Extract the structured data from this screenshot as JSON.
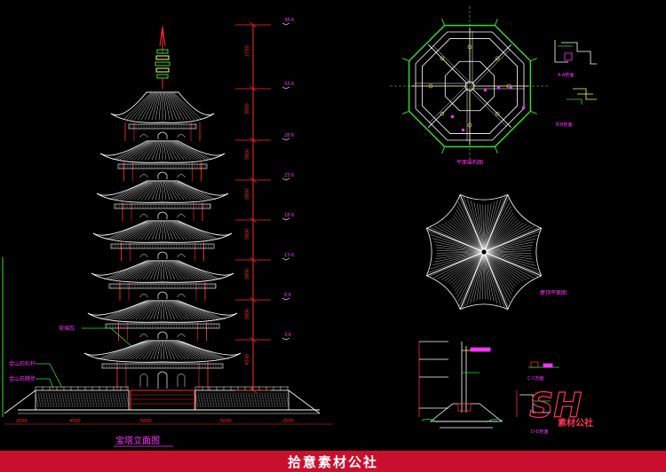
{
  "drawing": {
    "elevation_title": "宝塔立面图",
    "plan_caption": "平面结构图",
    "roof_plan_caption": "屋顶平面图",
    "section_a_caption": "A-A剖面",
    "section_b_caption": "B-B剖面",
    "section_c_caption": "C-C剖面",
    "section_d_caption": "D-D剖面",
    "callout_1": "琉璃瓦",
    "callout_2": "金山石栏杆",
    "callout_3": "金山石踏步",
    "level_marks": [
      "38.6",
      "33.6",
      "28.6",
      "23.6",
      "18.6",
      "13.6",
      "8.6",
      "3.6"
    ],
    "dim_marks": [
      "2700",
      "3800",
      "3800",
      "3800",
      "3800",
      "3800",
      "3800",
      "4500"
    ],
    "base_dims": [
      "2500",
      "4500",
      "5000",
      "5000",
      "2500"
    ]
  },
  "watermark": {
    "logo_letters": "SH",
    "logo_text": "素材公社"
  },
  "footer": {
    "text": "拾意素材公社"
  },
  "colors": {
    "background": "#000000",
    "line_white": "#ffffff",
    "line_red": "#ff2a2a",
    "line_green": "#33dd33",
    "line_magenta": "#ff33ff",
    "footer_bg": "#c8102e"
  }
}
